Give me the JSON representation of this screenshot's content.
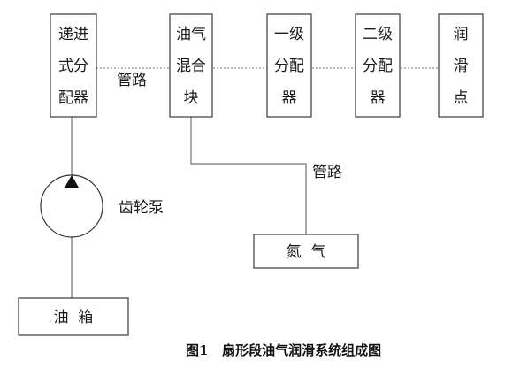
{
  "diagram": {
    "boxes": {
      "progressive_distributor": [
        "递进",
        "式分",
        "配器"
      ],
      "oil_air_mixer": [
        "油气",
        "混合",
        "块"
      ],
      "primary_distributor": [
        "一级",
        "分配",
        "器"
      ],
      "secondary_distributor": [
        "二级",
        "分配",
        "器"
      ],
      "lubrication_point": [
        "润",
        "滑",
        "点"
      ],
      "oil_tank": "油  箱",
      "nitrogen": "氮  气"
    },
    "labels": {
      "pipe_top": "管路",
      "pipe_side": "管路",
      "gear_pump": "齿轮泵"
    },
    "caption": "图1   扇形段油气润滑系统组成图"
  }
}
